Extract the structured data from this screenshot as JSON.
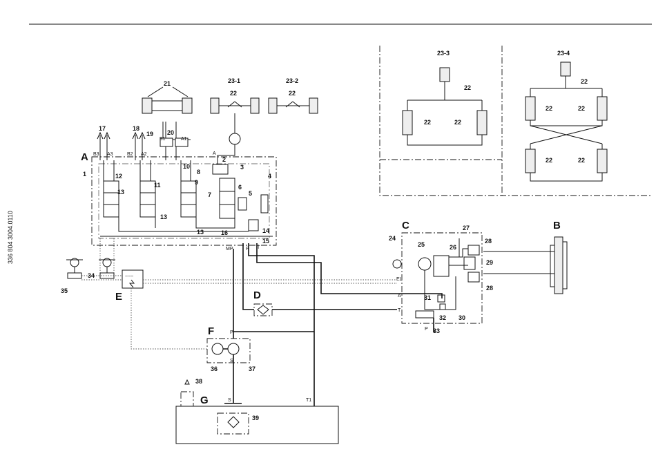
{
  "doc_number": "336 804 3004.0110",
  "assemblies": {
    "A": "A",
    "B": "B",
    "C": "C",
    "D": "D",
    "E": "E",
    "F": "F",
    "G": "G"
  },
  "components": {
    "c1": "1",
    "c2": "2",
    "c3": "3",
    "c4": "4",
    "c5": "5",
    "c6": "6",
    "c7": "7",
    "c8": "8",
    "c9": "9",
    "c10": "10",
    "c11": "11",
    "c12": "12",
    "c13a": "13",
    "c13b": "13",
    "c13c": "13",
    "c14": "14",
    "c15": "15",
    "c16": "16",
    "c17": "17",
    "c18": "18",
    "c19": "19",
    "c20": "20",
    "c21": "21",
    "c22": "22",
    "c23_1": "23-1",
    "c23_2": "23-2",
    "c23_3": "23-3",
    "c23_4": "23-4",
    "c24": "24",
    "c25": "25",
    "c26": "26",
    "c27": "27",
    "c28a": "28",
    "c28b": "28",
    "c29": "29",
    "c30": "30",
    "c31": "31",
    "c32": "32",
    "c33": "33",
    "c34": "34",
    "c35": "35",
    "c36": "36",
    "c37": "37",
    "c38": "38",
    "c39": "39"
  },
  "ports": {
    "B3": "B3",
    "A3": "A3",
    "B2": "B2",
    "A2": "A2",
    "B1": "B1",
    "A1": "A1",
    "A": "A",
    "MP": "MP",
    "P": "P",
    "T": "T",
    "EL": "EL",
    "S": "S",
    "T1": "T1"
  }
}
